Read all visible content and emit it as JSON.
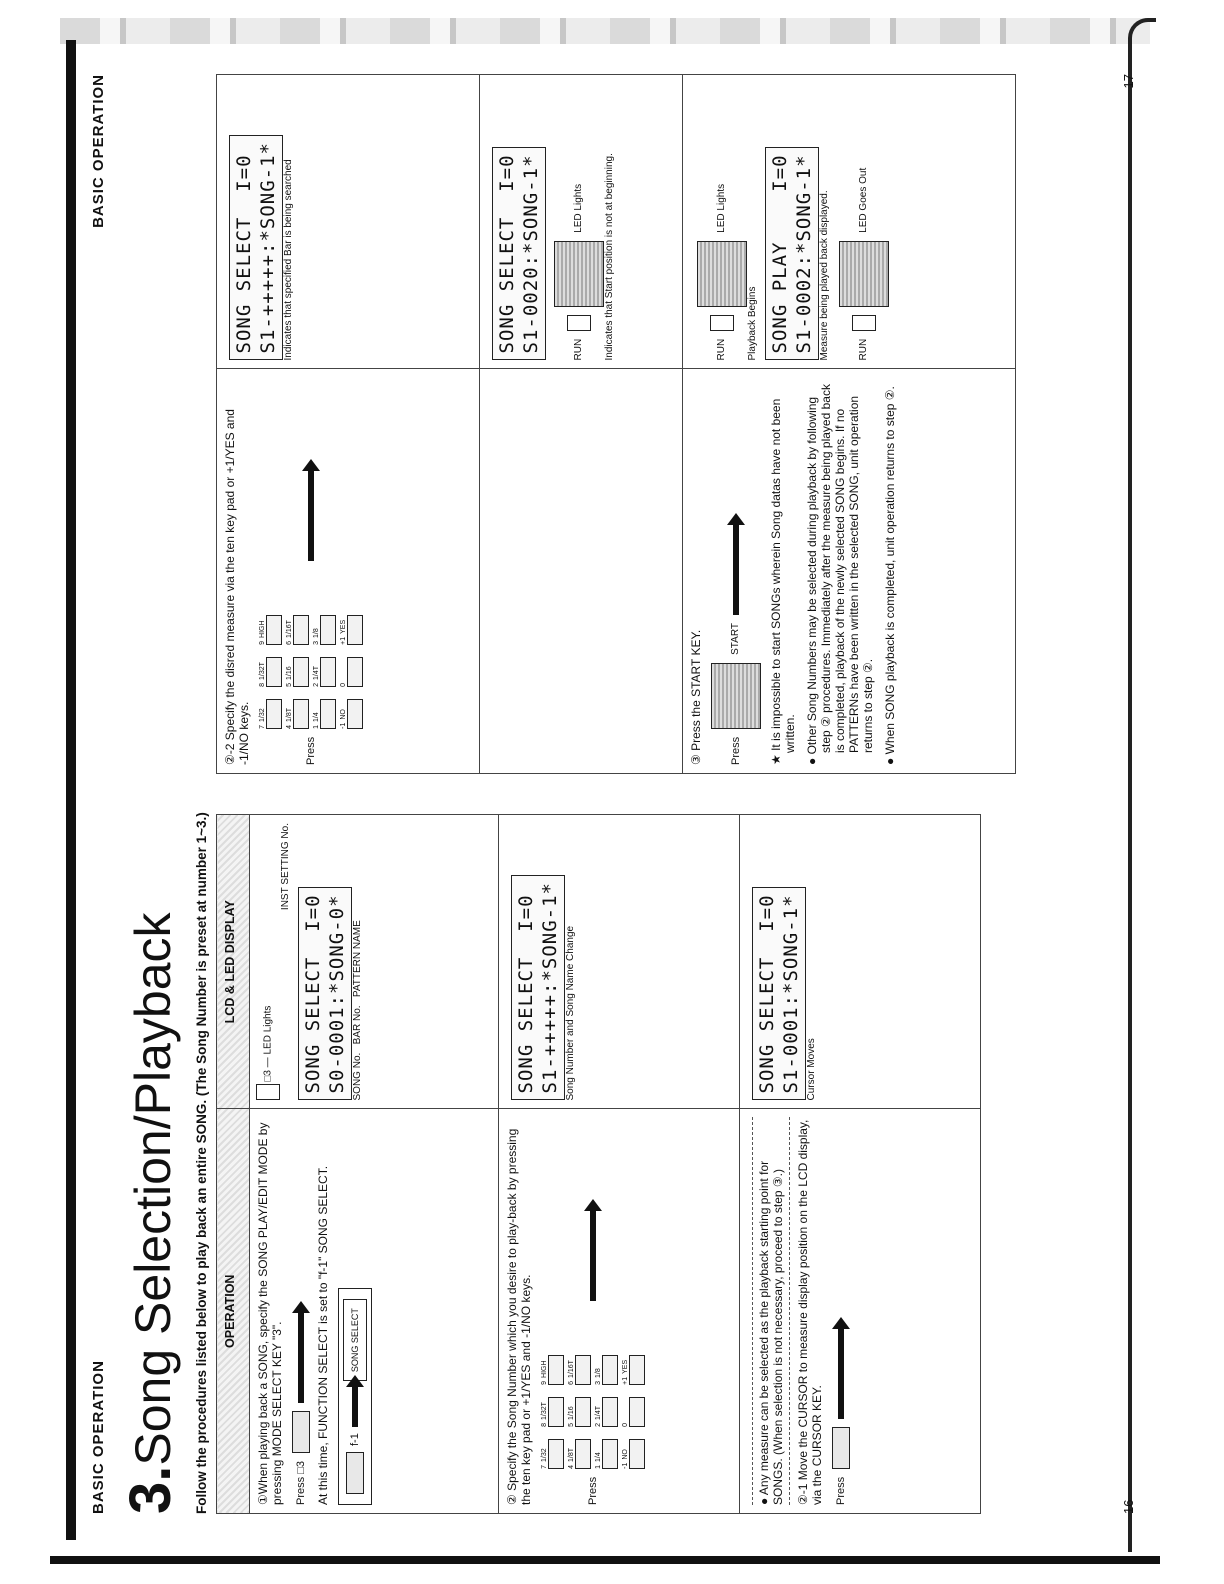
{
  "left_page": {
    "header": "BASIC OPERATION",
    "title_number": "3.",
    "title_text": "Song Selection/Playback",
    "intro": "Follow the procedures listed below to play back an entire SONG. (The Song Number is preset at number 1~3.)",
    "col_operation": "OPERATION",
    "col_lcd": "LCD & LED DISPLAY",
    "step1_text": "①When playing back a SONG, specify the SONG PLAY/EDIT MODE by pressing MODE SELECT KEY \"3\".",
    "step1_press": "Press □3",
    "step1_info": "At this time, FUNCTION SELECT is set to \"f-1\" SONG SELECT.",
    "fn_label": "f-1",
    "fn_box": "SONG SELECT",
    "step2_text": "② Specify the Song Number which you desire to play-back by pressing the ten key pad or +1/YES and -1/NO keys.",
    "press_label": "Press",
    "step2_note": "● Any measure can be selected as the playback starting point for SONGS. (When selection is not necessary, proceed to step ③.)",
    "step21_text": "②-1 Move the CURSOR to measure display position on the LCD display, via the CURSOR KEY.",
    "led_lights": "LED Lights",
    "led3": "□3",
    "inst_setting": "INST SETTING No.",
    "lcd1_line1": "SONG SELECT  I=0",
    "lcd1_line2": "S0-0001:*SONG-0*",
    "song_no": "SONG No.",
    "bar_no": "BAR No.",
    "pattern_name": "PATTERN NAME",
    "lcd2_line1": "SONG SELECT  I=0",
    "lcd2_line2": "S1-+++++:*SONG-1*",
    "song_number_change": "Song Number and Song Name Change",
    "lcd3_line1": "SONG SELECT  I=0",
    "lcd3_line2": "S1-0001:*SONG-1*",
    "cursor_moves": "Cursor Moves",
    "page_number": "16"
  },
  "right_page": {
    "header": "BASIC OPERATION",
    "step22_text": "②-2 Specify the disred measure via the ten key pad or +1/YES and -1/NO keys.",
    "press_label": "Press",
    "step3_text": "③ Press the START KEY.",
    "start_label": "START",
    "run_label": "RUN",
    "star_note": "★ It is impossible to start SONGs wherein Song datas have not been written.",
    "bullet1": "● Other Song Numbers may be selected during playback by following step ② procedures. Immediately after the measure being played back is completed, playback of the newly selected SONG begins. If no PATTERNs have been written in the selected SONG, unit operation returns to step ②.",
    "bullet2": "● When SONG playback is completed, unit operation returns to step ②.",
    "lcd4_line1": "SONG SELECT  I=0",
    "lcd4_line2": "S1-+++++:*SONG-1*",
    "searched_note": "Indicates that specified Bar is being searched",
    "lcd5_line1": "SONG SELECT  I=0",
    "lcd5_line2": "S1-0020:*SONG-1*",
    "led_lights": "LED Lights",
    "start_note": "Indicates that Start position is not at beginning.",
    "lcd6_line1": "SONG PLAY    I=0",
    "lcd6_line2": "S1-0002:*SONG-1*",
    "playback_begins": "Playback Begins",
    "measure_displayed": "Measure being played back displayed.",
    "led_goes_out": "LED Goes Out",
    "page_number": "17"
  },
  "tenkey": [
    {
      "num": "7",
      "sub": "1/32"
    },
    {
      "num": "8",
      "sub": "1/32T"
    },
    {
      "num": "9",
      "sub": "HIGH"
    },
    {
      "num": "",
      "sub": ""
    },
    {
      "num": "4",
      "sub": "1/8T"
    },
    {
      "num": "5",
      "sub": "1/16"
    },
    {
      "num": "6",
      "sub": "1/16T"
    },
    {
      "num": "",
      "sub": ""
    },
    {
      "num": "1",
      "sub": "1/4"
    },
    {
      "num": "2",
      "sub": "1/4T"
    },
    {
      "num": "3",
      "sub": "1/8"
    },
    {
      "num": "",
      "sub": ""
    },
    {
      "num": "-1",
      "sub": "NO"
    },
    {
      "num": "0",
      "sub": ""
    },
    {
      "num": "+1",
      "sub": "YES"
    },
    {
      "num": "",
      "sub": ""
    }
  ]
}
